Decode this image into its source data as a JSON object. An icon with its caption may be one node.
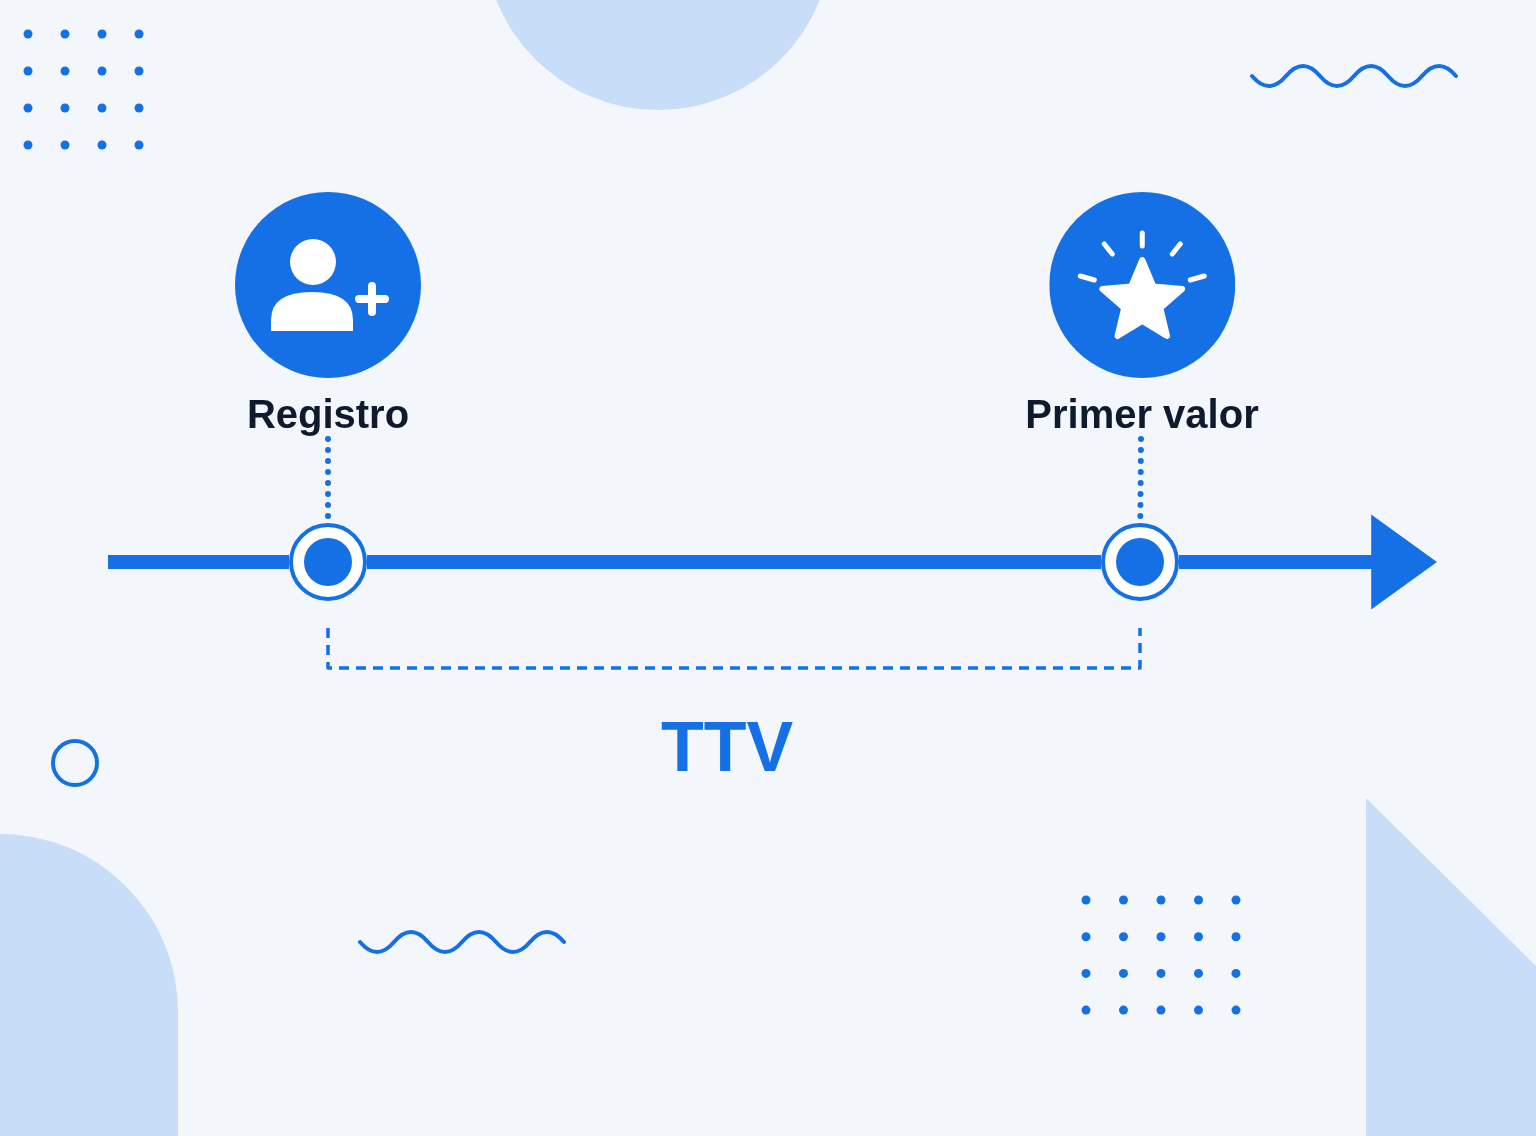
{
  "diagram": {
    "nodes": [
      {
        "text": [
          "Registro"
        ]
      },
      {
        "text": [
          "Primer valor"
        ]
      },
      {
        "text": [],
        "shape": "circle"
      },
      {
        "text": [],
        "shape": "circle"
      }
    ],
    "edges": [
      {
        "from": 0,
        "to": 2,
        "arrow": "none",
        "style": "dashed"
      },
      {
        "from": 1,
        "to": 3,
        "arrow": "none",
        "style": "dashed"
      },
      {
        "from": null,
        "to": 2,
        "arrow": "none"
      },
      {
        "from": 2,
        "to": 3,
        "arrow": "none"
      },
      {
        "from": 3,
        "to": null,
        "arrow": "to"
      }
    ],
    "labels": [
      "TTV"
    ]
  }
}
